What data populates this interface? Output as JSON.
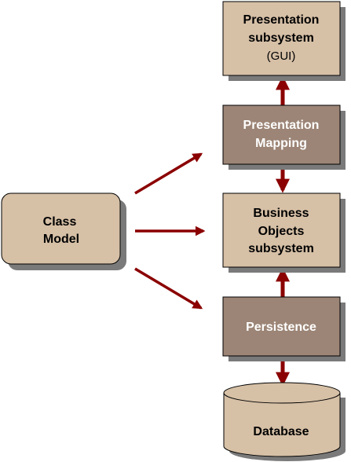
{
  "colors": {
    "box_light": "#d6c0a6",
    "box_dark": "#9c8576",
    "shadow": "#7a7a7a",
    "arrow": "#8b0000",
    "text_dark": "#000000",
    "text_light": "#ffffff"
  },
  "nodes": {
    "presentation_subsystem": {
      "line1": "Presentation",
      "line2": "subsystem",
      "line3": "(GUI)"
    },
    "presentation_mapping": {
      "line1": "Presentation",
      "line2": "Mapping"
    },
    "class_model": {
      "line1": "Class",
      "line2": "Model"
    },
    "business_objects": {
      "line1": "Business",
      "line2": "Objects",
      "line3": "subsystem"
    },
    "persistence": {
      "line1": "Persistence"
    },
    "database": {
      "line1": "Database"
    }
  },
  "edges": [
    {
      "from": "presentation_mapping",
      "to": "presentation_subsystem"
    },
    {
      "from": "presentation_mapping",
      "to": "business_objects"
    },
    {
      "from": "persistence",
      "to": "business_objects"
    },
    {
      "from": "persistence",
      "to": "database"
    },
    {
      "from": "class_model",
      "to": "presentation_mapping"
    },
    {
      "from": "class_model",
      "to": "business_objects"
    },
    {
      "from": "class_model",
      "to": "persistence"
    }
  ]
}
